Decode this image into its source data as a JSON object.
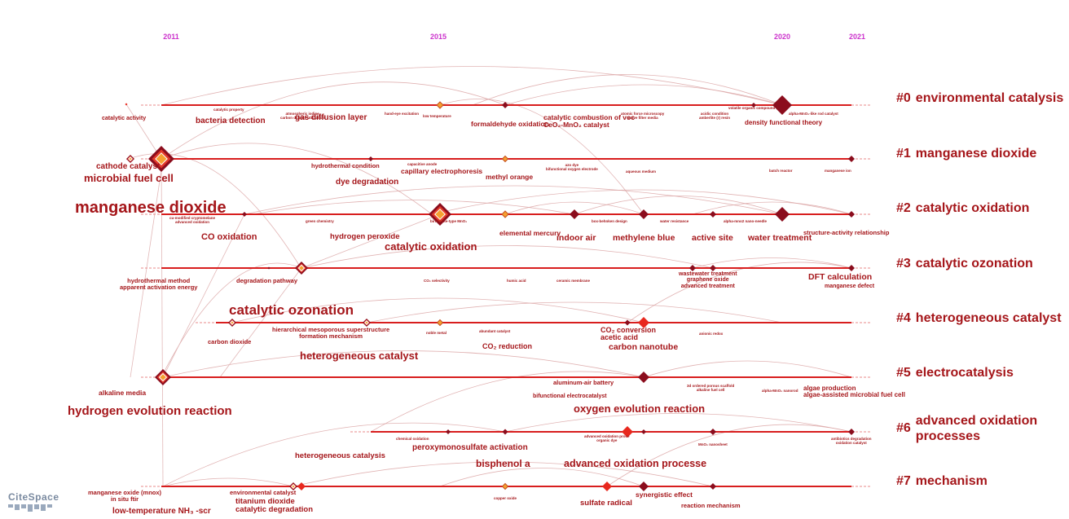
{
  "years": [
    "2011",
    "2015",
    "2020",
    "2021"
  ],
  "clusters": [
    {
      "id": "#0",
      "name": "environmental catalysis"
    },
    {
      "id": "#1",
      "name": "manganese dioxide"
    },
    {
      "id": "#2",
      "name": "catalytic oxidation"
    },
    {
      "id": "#3",
      "name": "catalytic ozonation"
    },
    {
      "id": "#4",
      "name": "heterogeneous catalyst"
    },
    {
      "id": "#5",
      "name": "electrocatalysis"
    },
    {
      "id": "#6",
      "name": "advanced oxidation\nprocesses"
    },
    {
      "id": "#7",
      "name": "mechanism"
    }
  ],
  "keywords": [
    {
      "t": "catalytic activity"
    },
    {
      "t": "catalytic property"
    },
    {
      "t": "atmospheric iodine\ncarbon dioxide utilization"
    },
    {
      "t": "bacteria detection"
    },
    {
      "t": "gas diffusion layer"
    },
    {
      "t": "hand-eye excitation"
    },
    {
      "t": "low temperature"
    },
    {
      "t": "formaldehyde oxidation"
    },
    {
      "t": "catalytic combustion of voc\nCeO₂-MnO₂ catalyst"
    },
    {
      "t": "atomic force microscopy\nactive filter media"
    },
    {
      "t": "acidic condition\namberlite (r) resin"
    },
    {
      "t": "volatile organic compound"
    },
    {
      "t": "alpha-MnO₂-like rod catalyst"
    },
    {
      "t": "density functional theory"
    },
    {
      "t": "cathode catalyst"
    },
    {
      "t": "microbial fuel cell"
    },
    {
      "t": "hydrothermal condition"
    },
    {
      "t": "capacitive anode"
    },
    {
      "t": "capillary electrophoresis"
    },
    {
      "t": "dye degradation"
    },
    {
      "t": "methyl orange"
    },
    {
      "t": "azo dye\nbifunctional oxygen electrode"
    },
    {
      "t": "aqueous medium"
    },
    {
      "t": "batch reactor"
    },
    {
      "t": "manganese ion"
    },
    {
      "t": "manganese dioxide"
    },
    {
      "t": "cu-modified cryptomelane\nadvanced oxidation"
    },
    {
      "t": "green chemistry"
    },
    {
      "t": "birnessite-type MnO₂"
    },
    {
      "t": "box-behnken design"
    },
    {
      "t": "water resistance"
    },
    {
      "t": "alpha-mno2 nano-needle"
    },
    {
      "t": "CO oxidation"
    },
    {
      "t": "hydrogen peroxide"
    },
    {
      "t": "elemental mercury"
    },
    {
      "t": "catalytic oxidation"
    },
    {
      "t": "indoor air"
    },
    {
      "t": "methylene blue"
    },
    {
      "t": "active site"
    },
    {
      "t": "water treatment"
    },
    {
      "t": "structure-activity relationship"
    },
    {
      "t": "hydrothermal method\napparent activation energy"
    },
    {
      "t": "degradation pathway"
    },
    {
      "t": "wastewater treatment\ngraphene oxide\nadvanced treatment"
    },
    {
      "t": "DFT calculation"
    },
    {
      "t": "manganese defect"
    },
    {
      "t": "CO₂ selectivity"
    },
    {
      "t": "humic acid"
    },
    {
      "t": "ceramic membrane"
    },
    {
      "t": "catalytic ozonation"
    },
    {
      "t": "carbon dioxide"
    },
    {
      "t": "hierarchical mesoporous superstructure\nformation mechanism"
    },
    {
      "t": "noble metal"
    },
    {
      "t": "abundant catalyst"
    },
    {
      "t": "CO₂ conversion\nacetic acid"
    },
    {
      "t": "anionic redox"
    },
    {
      "t": "heterogeneous catalyst"
    },
    {
      "t": "CO₂ reduction"
    },
    {
      "t": "carbon nanotube"
    },
    {
      "t": "alkaline media"
    },
    {
      "t": "hydrogen evolution reaction"
    },
    {
      "t": "aluminum-air battery"
    },
    {
      "t": "bifunctional electrocatalyst"
    },
    {
      "t": "3d ordered porous scaffold\nalkaline fuel cell"
    },
    {
      "t": "alpha-MnO₂ nanorod"
    },
    {
      "t": "algae production\nalgae-assisted microbial fuel cell"
    },
    {
      "t": "oxygen evolution reaction"
    },
    {
      "t": "chemical oxidation"
    },
    {
      "t": "advanced oxidation proce\norganic dye"
    },
    {
      "t": "MnO₂ nanosheet"
    },
    {
      "t": "antibiotics degradation\noxidation catalyst"
    },
    {
      "t": "peroxymonosulfate activation"
    },
    {
      "t": "heterogeneous catalysis"
    },
    {
      "t": "bisphenol a"
    },
    {
      "t": "advanced oxidation processe"
    },
    {
      "t": "manganese oxide (mnox)\nin situ ftir"
    },
    {
      "t": "low-temperature NH₃ -scr"
    },
    {
      "t": "environmental catalyst"
    },
    {
      "t": "titanium dioxide\ncatalytic degradation"
    },
    {
      "t": "copper oxide"
    },
    {
      "t": "sulfate radical"
    },
    {
      "t": "synergistic effect"
    },
    {
      "t": "reaction mechanism"
    }
  ],
  "logo": "CiteSpace",
  "colors": {
    "line": "#d81e1e",
    "text": "#a5161a",
    "year": "#cc33cc",
    "node_dark": "#8b0d1d",
    "node_orange": "#f5a030"
  }
}
